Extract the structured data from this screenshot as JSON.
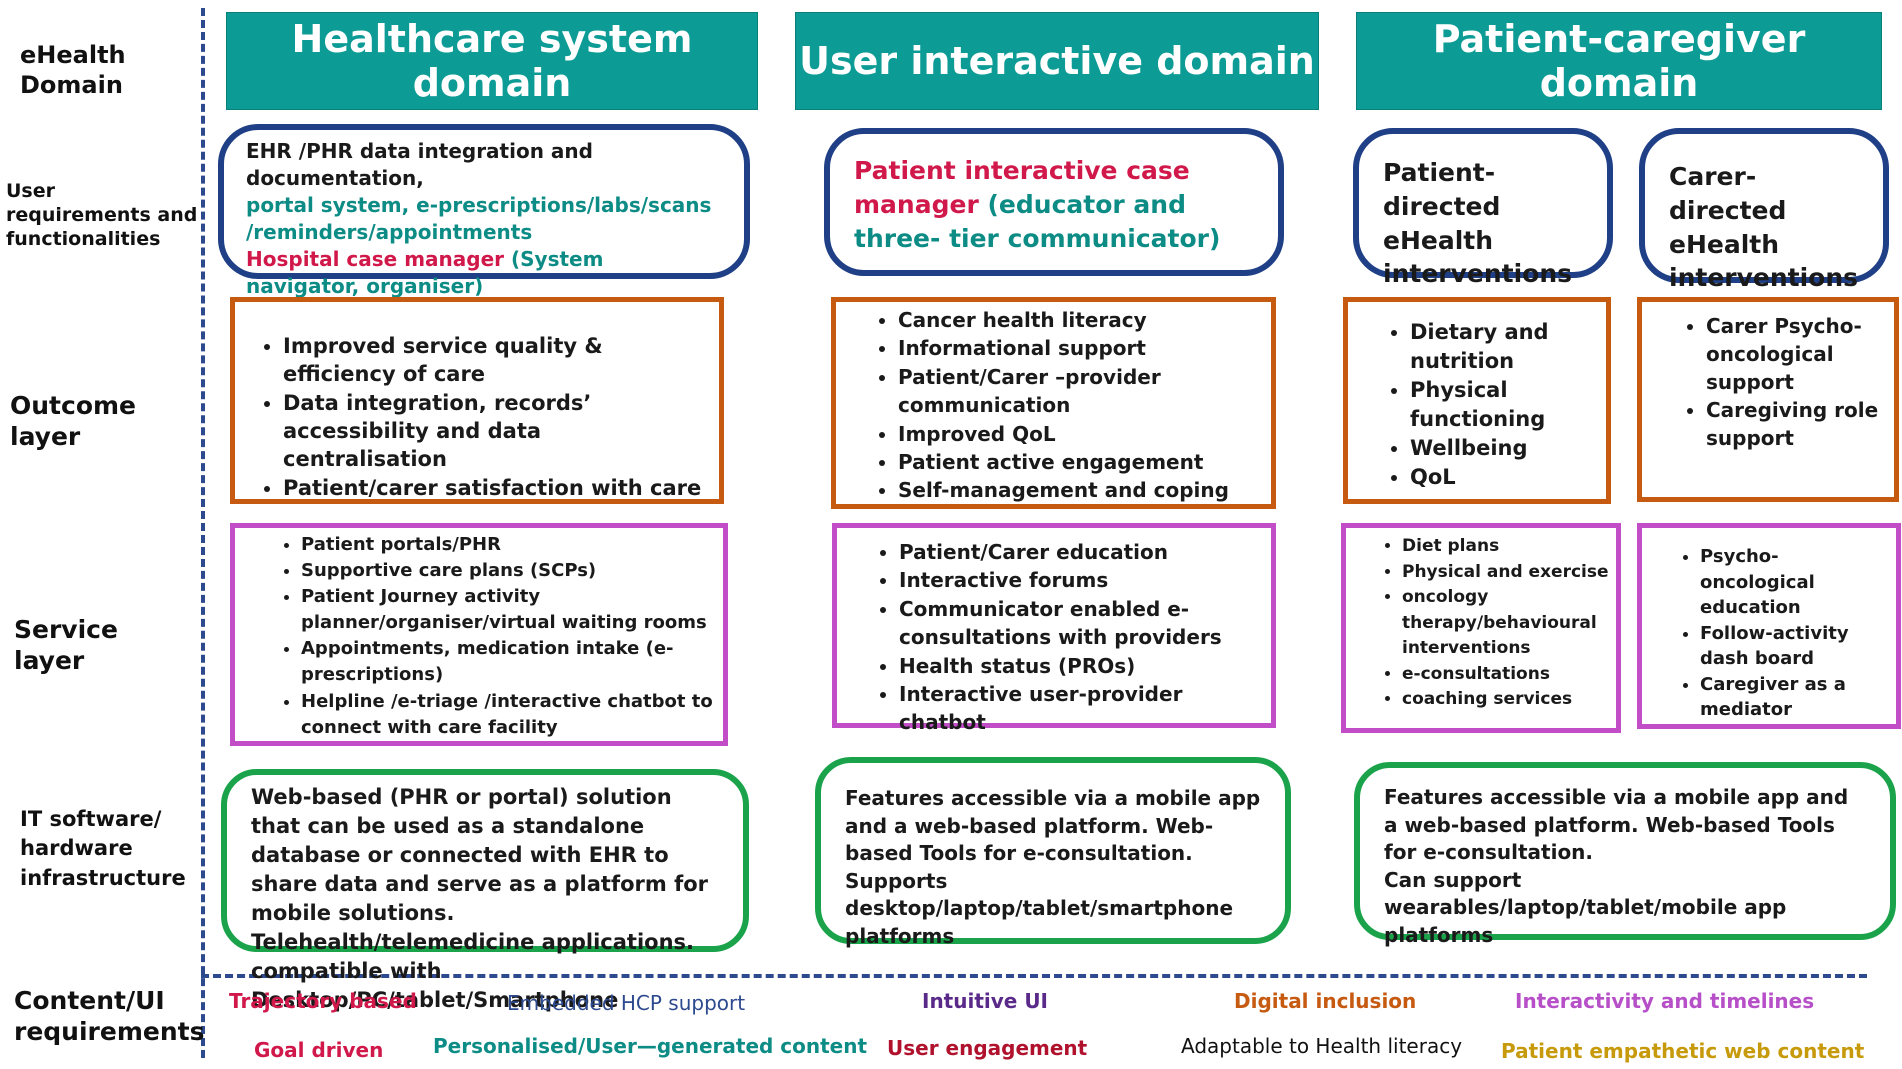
{
  "row_labels": {
    "ehealth_domain": "eHealth Domain",
    "user_requirements": "User requirements and functionalities",
    "outcome_layer": "Outcome layer",
    "service_layer": "Service layer",
    "it_infrastructure": "IT software/ hardware infrastructure",
    "content_ui": "Content/UI requirements"
  },
  "domains": {
    "healthcare": "Healthcare system domain",
    "user_interactive": "User interactive domain",
    "patient_caregiver": "Patient-caregiver domain"
  },
  "requirements": {
    "healthcare": {
      "line1": "EHR /PHR data  integration and documentation,",
      "line2": "portal system, e-prescriptions/labs/scans /reminders/appointments",
      "line3a": "Hospital case manager",
      "line3b": " (System navigator, organiser)"
    },
    "user_interactive": {
      "part1": "Patient interactive case manager",
      "part2": "(educator and three- tier communicator)"
    },
    "patient_directed": "Patient-directed eHealth interventions",
    "carer_directed": "Carer-directed eHealth interventions"
  },
  "outcomes": {
    "healthcare": [
      "Improved service quality & efficiency of care",
      "Data integration, records’ accessibility and data centralisation",
      "Patient/carer satisfaction with care"
    ],
    "user_interactive": [
      "Cancer health literacy",
      "Informational support",
      "Patient/Carer –provider communication",
      "Improved QoL",
      "Patient  active engagement",
      "Self-management and coping"
    ],
    "patient": [
      "Dietary and nutrition",
      "Physical functioning",
      "Wellbeing",
      "QoL"
    ],
    "carer": [
      "Carer Psycho-oncological support",
      "Caregiving role support"
    ]
  },
  "services": {
    "healthcare": [
      "Patient portals/PHR",
      "Supportive care plans (SCPs)",
      "Patient Journey activity planner/organiser/virtual waiting rooms",
      "Appointments, medication intake (e-prescriptions)",
      "Helpline /e-triage /interactive chatbot to connect with care facility"
    ],
    "user_interactive": [
      "Patient/Carer education",
      "Interactive forums",
      "Communicator enabled e-consultations with providers",
      "Health status (PROs)",
      "Interactive user-provider chatbot"
    ],
    "patient": [
      "Diet plans",
      "Physical and exercise",
      " oncology therapy/behavioural interventions",
      "e-consultations",
      "coaching services"
    ],
    "carer": [
      "Psycho-oncological education",
      "Follow-activity dash board",
      "Caregiver as a mediator"
    ]
  },
  "it": {
    "healthcare": "Web-based (PHR or portal) solution that can be used as a standalone database or connected with EHR to share data and serve as a platform for mobile solutions. Telehealth/telemedicine applications. compatible with Desktop/PC/tablet/Smartphone",
    "user_interactive": "Features accessible via a mobile app and a web-based platform. Web-based Tools for e-consultation. Supports desktop/laptop/tablet/smartphone platforms",
    "patient_caregiver_1": "Features accessible via a mobile app and a web-based platform. Web-based Tools for e-consultation.",
    "patient_caregiver_2": "Can support wearables/laptop/tablet/mobile app platforms"
  },
  "content_ui": {
    "trajectory": "Trajectory based",
    "goal": "Goal driven",
    "hcp": "Embedded HCP support",
    "personalised": "Personalised/User—generated content",
    "intuitive": "Intuitive UI",
    "engagement": "User engagement",
    "digital": "Digital inclusion",
    "literacy": "Adaptable to Health literacy",
    "interactivity": "Interactivity and timelines",
    "empathetic": "Patient empathetic web content"
  },
  "colors": {
    "header_teal": "#0c9b95",
    "req_border_navy": "#1f3f86",
    "outcome_border_orange": "#c65a11",
    "service_border_magenta": "#c24ec7",
    "it_border_green": "#1aa34a",
    "dashed_line_blue": "#2e4a8f",
    "trajectory": "#d1184a",
    "goal": "#d1184a",
    "hcp": "#2e4a8f",
    "personalised": "#0d8c86",
    "intuitive": "#5a2a8a",
    "engagement": "#b0122e",
    "digital": "#c65a11",
    "literacy": "#111111",
    "interactivity": "#b64fc8",
    "empathetic": "#c79a0b"
  }
}
